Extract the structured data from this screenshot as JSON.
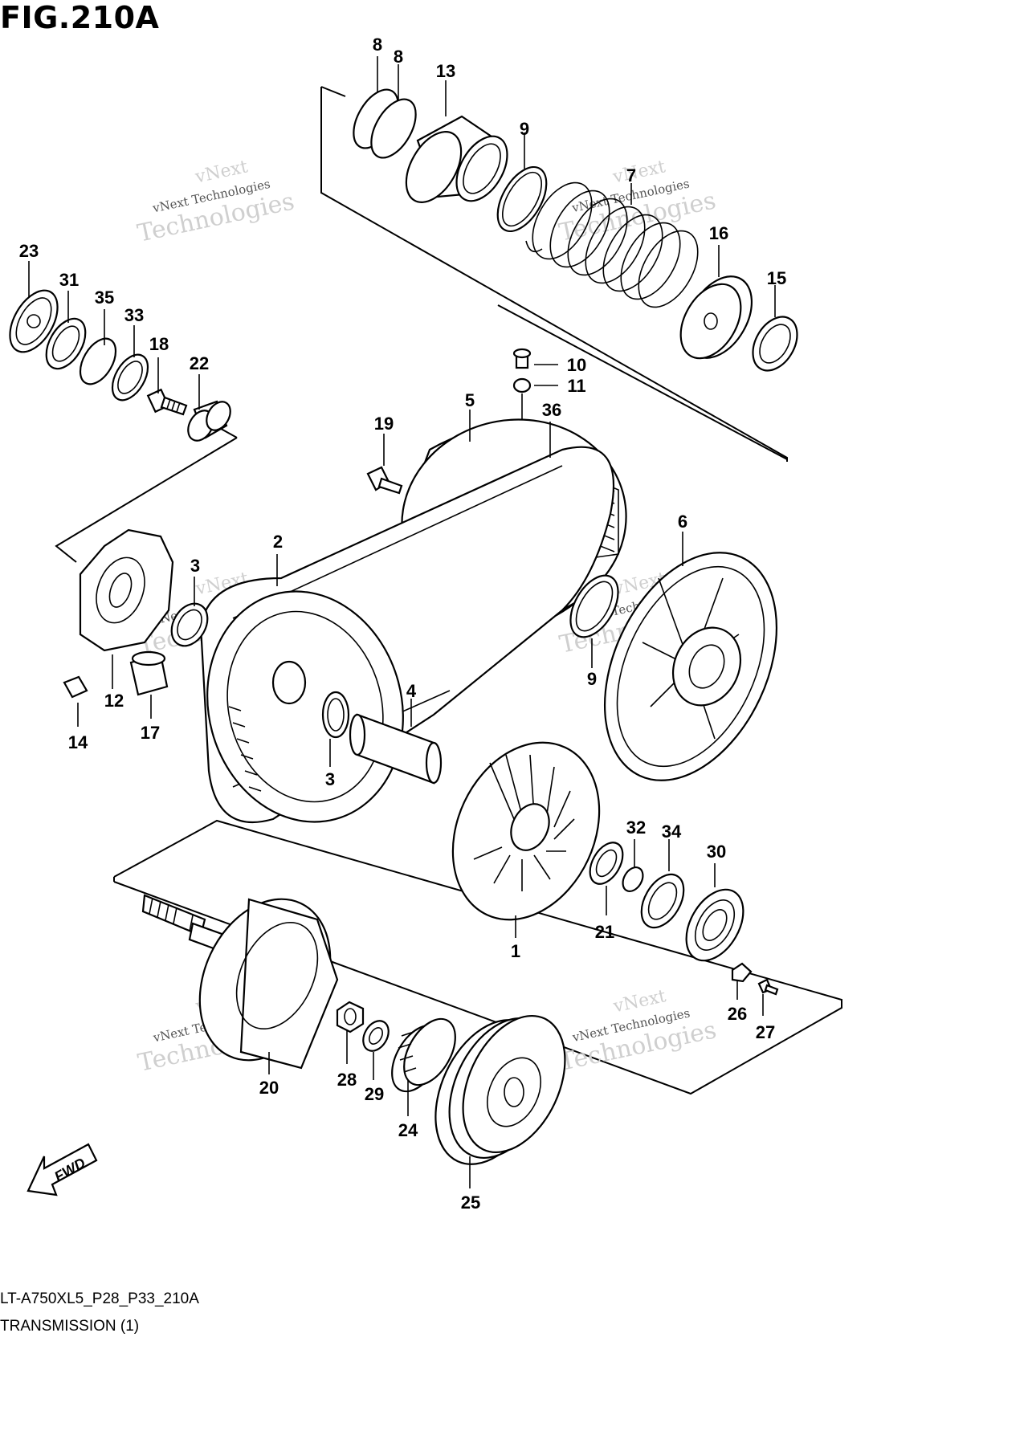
{
  "figure": {
    "title": "FIG.210A",
    "code": "LT-A750XL5_P28_P33_210A",
    "caption": "TRANSMISSION (1)"
  },
  "watermark": {
    "line1": "vNext",
    "line2": "vNext Technologies",
    "line3": "Technologies"
  },
  "fwd_label": "FWD",
  "callouts": [
    {
      "id": "c8a",
      "text": "8"
    },
    {
      "id": "c8b",
      "text": "8"
    },
    {
      "id": "c13",
      "text": "13"
    },
    {
      "id": "c9a",
      "text": "9"
    },
    {
      "id": "c7",
      "text": "7"
    },
    {
      "id": "c16",
      "text": "16"
    },
    {
      "id": "c15",
      "text": "15"
    },
    {
      "id": "c23",
      "text": "23"
    },
    {
      "id": "c31",
      "text": "31"
    },
    {
      "id": "c35",
      "text": "35"
    },
    {
      "id": "c33",
      "text": "33"
    },
    {
      "id": "c18",
      "text": "18"
    },
    {
      "id": "c22",
      "text": "22"
    },
    {
      "id": "c10",
      "text": "10"
    },
    {
      "id": "c11",
      "text": "11"
    },
    {
      "id": "c5",
      "text": "5"
    },
    {
      "id": "c36",
      "text": "36"
    },
    {
      "id": "c19",
      "text": "19"
    },
    {
      "id": "c2",
      "text": "2"
    },
    {
      "id": "c3a",
      "text": "3"
    },
    {
      "id": "c6",
      "text": "6"
    },
    {
      "id": "c12",
      "text": "12"
    },
    {
      "id": "c14",
      "text": "14"
    },
    {
      "id": "c17",
      "text": "17"
    },
    {
      "id": "c9b",
      "text": "9"
    },
    {
      "id": "c4",
      "text": "4"
    },
    {
      "id": "c3b",
      "text": "3"
    },
    {
      "id": "c32",
      "text": "32"
    },
    {
      "id": "c34",
      "text": "34"
    },
    {
      "id": "c30",
      "text": "30"
    },
    {
      "id": "c21",
      "text": "21"
    },
    {
      "id": "c1",
      "text": "1"
    },
    {
      "id": "c26",
      "text": "26"
    },
    {
      "id": "c27",
      "text": "27"
    },
    {
      "id": "c20",
      "text": "20"
    },
    {
      "id": "c28",
      "text": "28"
    },
    {
      "id": "c29",
      "text": "29"
    },
    {
      "id": "c24",
      "text": "24"
    },
    {
      "id": "c25",
      "text": "25"
    }
  ]
}
